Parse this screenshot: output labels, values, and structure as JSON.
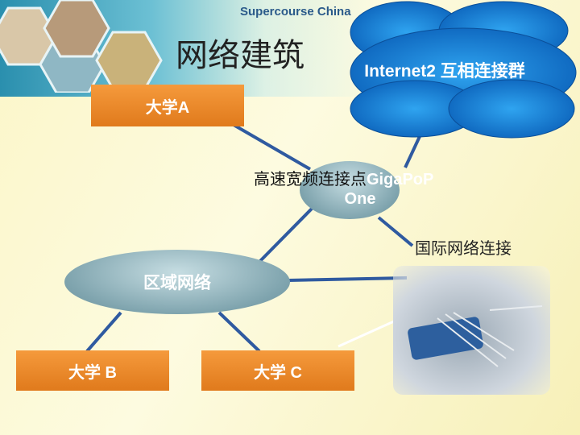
{
  "header": {
    "brand": "Supercourse China",
    "title": "网络建筑"
  },
  "cloud": {
    "label": "Internet2 互相连接群"
  },
  "nodes": {
    "univ_a": "大学A",
    "gigapop_prefix": "高速宽频连接点",
    "gigapop_name": "GigaPoP",
    "gigapop_line2": "One",
    "regional": "区域网络",
    "univ_b": "大学 B",
    "univ_c": "大学 C",
    "international": "国际网络连接"
  },
  "colors": {
    "box": "#f08a2c",
    "line": "#2f5aa0",
    "cloud": "#1a7fd6"
  }
}
